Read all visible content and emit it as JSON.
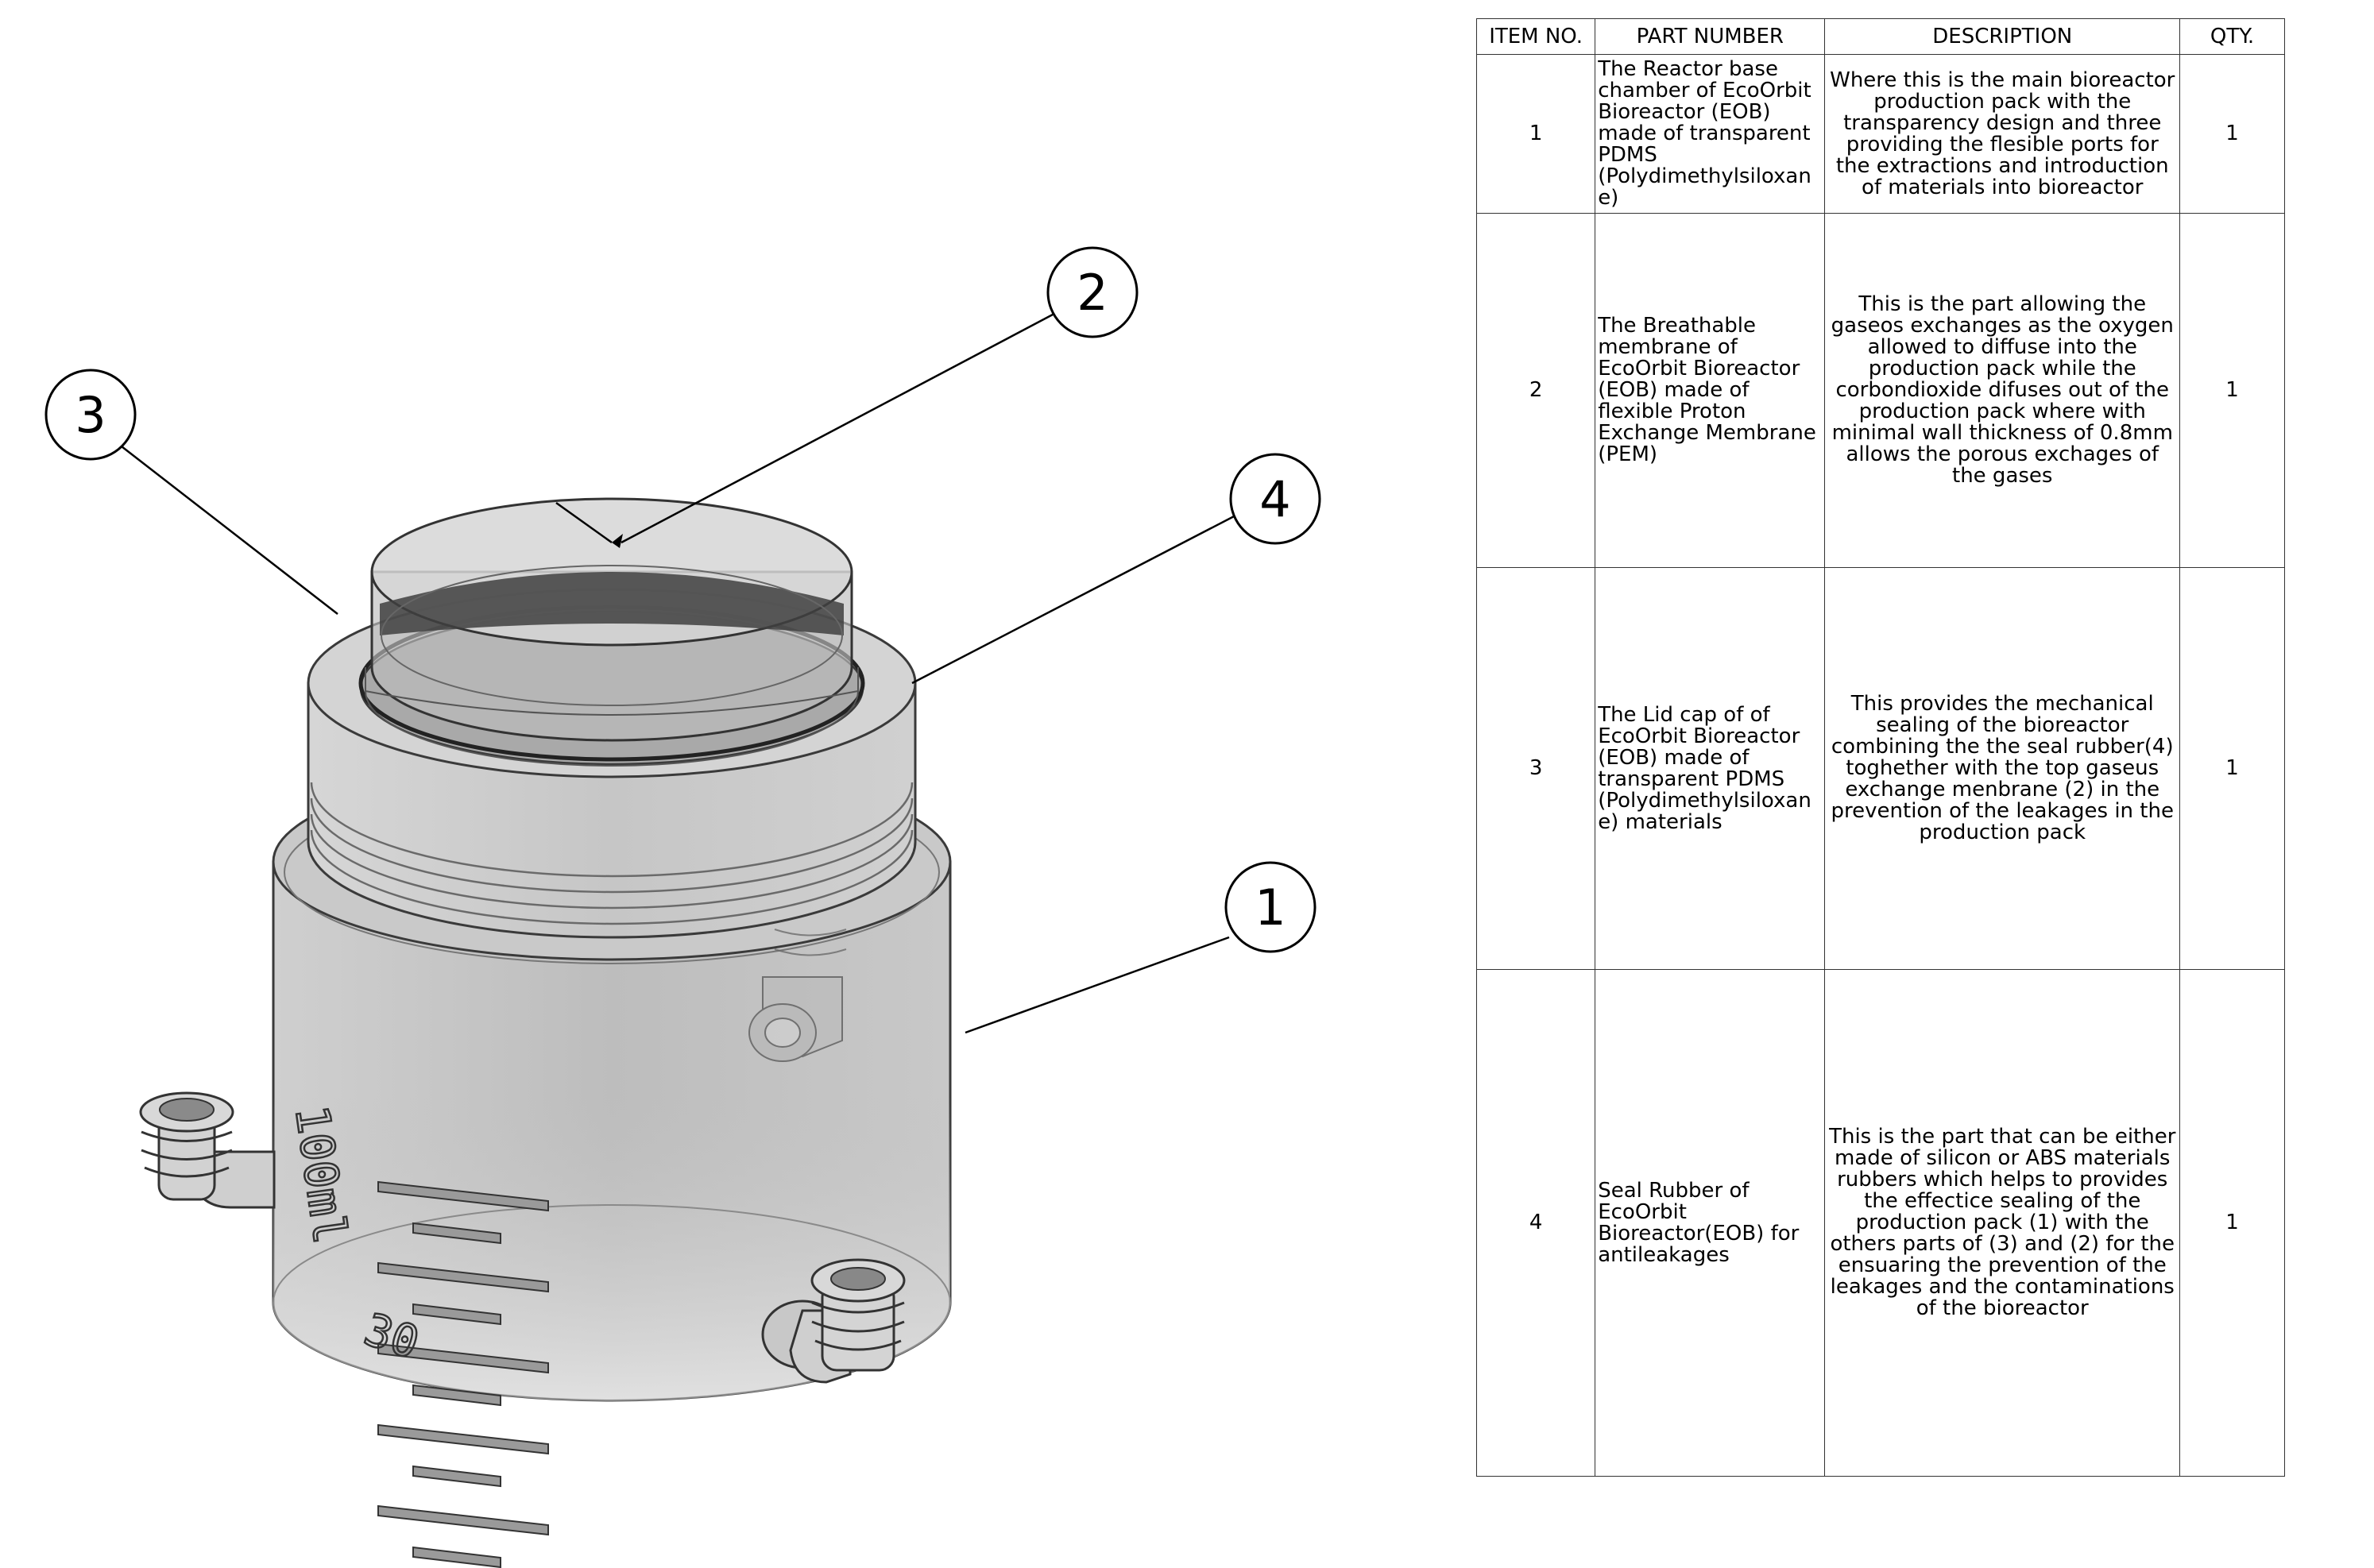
{
  "bom": {
    "headers": {
      "item_no": "ITEM NO.",
      "part_number": "PART NUMBER",
      "description": "DESCRIPTION",
      "qty": "QTY."
    },
    "rows": [
      {
        "item": "1",
        "part": "The Reactor base chamber  of EcoOrbit Bioreactor (EOB) made of transparent  PDMS (Polydimethylsiloxane)",
        "description": "Where this is the main bioreactor production pack with the transparency design and three providing the flesible ports for the extractions and introduction of materials into bioreactor",
        "qty": "1"
      },
      {
        "item": "2",
        "part": "The Breathable membrane of EcoOrbit Bioreactor (EOB) made of flexible  Proton Exchange Membrane (PEM)",
        "description": "This is the part allowing the gaseos exchanges as the oxygen allowed to diffuse into the production pack while the corbondioxide difuses out of the production pack where with minimal wall thickness of 0.8mm allows the porous exchages of the gases",
        "qty": "1"
      },
      {
        "item": "3",
        "part": "The Lid cap of of EcoOrbit Bioreactor (EOB) made of transparent PDMS (Polydimethylsiloxane) materials",
        "description": "This provides the mechanical sealing of the bioreactor combining the the seal rubber(4) toghether with the top gaseus exchange menbrane (2) in the prevention of the leakages in the production pack",
        "qty": "1"
      },
      {
        "item": "4",
        "part": "Seal Rubber of EcoOrbit Bioreactor(EOB) for antileakages",
        "description": "This is the part that can be either made of silicon or ABS materials rubbers which helps to provides the effectice sealing of the production pack (1) with the others parts of (3) and (2) for the ensuaring the prevention of the leakages and the contaminations of the bioreactor",
        "qty": "1"
      }
    ]
  },
  "balloons": [
    "1",
    "2",
    "3",
    "4"
  ],
  "markings": {
    "volume_label": "100ml",
    "low_label": "30"
  }
}
